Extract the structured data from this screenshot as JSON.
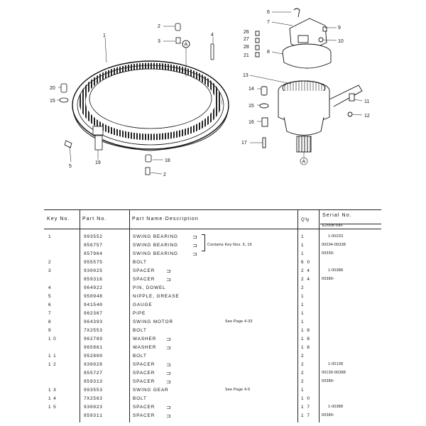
{
  "callouts": {
    "c1": "1",
    "c2a": "2",
    "c3": "3",
    "c4": "4",
    "c5": "5",
    "c6": "6",
    "c7": "7",
    "c8": "8",
    "c9": "9",
    "c10": "10",
    "c11": "11",
    "c12": "12",
    "c13": "13",
    "c14": "14",
    "c15a": "15",
    "c15b": "15",
    "c16": "16",
    "c17": "17",
    "c18": "18",
    "c19": "19",
    "c20": "20",
    "c21": "21",
    "c2b": "2",
    "c26": "26",
    "c27": "27",
    "c28": "28",
    "refA1": "A",
    "refA2": "A"
  },
  "table": {
    "headers": {
      "key_no": "Key No.",
      "part_no": "Part No.",
      "name": "Part Name·Description",
      "qty": "Q'ty",
      "serial": "Serial No.",
      "serial_sub": "E200B-68F"
    },
    "rows": [
      {
        "key": "1",
        "part": "993552",
        "name": "SWING BEARING",
        "desc": "",
        "qty": "1",
        "serial": "1-00233"
      },
      {
        "key": "",
        "part": "856757",
        "name": "SWING BEARING",
        "desc": "Contains Key Nos. 5, 19",
        "qty": "1",
        "serial": "00234-00338"
      },
      {
        "key": "",
        "part": "857964",
        "name": "SWING BEARING",
        "desc": "",
        "qty": "1",
        "serial": "00339-"
      },
      {
        "key": "2",
        "part": "955575",
        "name": "BOLT",
        "desc": "",
        "qty": "6 0",
        "serial": ""
      },
      {
        "key": "3",
        "part": "930025",
        "name": "SPACER",
        "desc": "",
        "qty": "2 4",
        "serial": "1-00388"
      },
      {
        "key": "",
        "part": "859316",
        "name": "SPACER",
        "desc": "",
        "qty": "2 4",
        "serial": "00389-"
      },
      {
        "key": "4",
        "part": "964922",
        "name": "PIN, DOWEL",
        "desc": "",
        "qty": "2",
        "serial": ""
      },
      {
        "key": "5",
        "part": "950948",
        "name": "NIPPLE, GREASE",
        "desc": "",
        "qty": "1",
        "serial": ""
      },
      {
        "key": "6",
        "part": "941540",
        "name": "GAUGE",
        "desc": "",
        "qty": "1",
        "serial": ""
      },
      {
        "key": "7",
        "part": "962367",
        "name": "PIPE",
        "desc": "",
        "qty": "1",
        "serial": ""
      },
      {
        "key": "8",
        "part": "964393",
        "name": "SWING MOTOR",
        "desc": "See Page 4-33",
        "qty": "1",
        "serial": ""
      },
      {
        "key": "9",
        "part": "7X2553",
        "name": "BOLT",
        "desc": "",
        "qty": "1 8",
        "serial": ""
      },
      {
        "key": "1 0",
        "part": "962789",
        "name": "WASHER",
        "desc": "",
        "qty": "1 8",
        "serial": ""
      },
      {
        "key": "",
        "part": "965861",
        "name": "WASHER",
        "desc": "",
        "qty": "1 8",
        "serial": ""
      },
      {
        "key": "1 1",
        "part": "952800",
        "name": "BOLT",
        "desc": "",
        "qty": "2",
        "serial": ""
      },
      {
        "key": "1 2",
        "part": "930028",
        "name": "SPACER",
        "desc": "",
        "qty": "2",
        "serial": "1-00138"
      },
      {
        "key": "",
        "part": "855727",
        "name": "SPACER",
        "desc": "",
        "qty": "2",
        "serial": "00139-00388"
      },
      {
        "key": "",
        "part": "859313",
        "name": "SPACER",
        "desc": "",
        "qty": "2",
        "serial": "00389-"
      },
      {
        "key": "1 3",
        "part": "993553",
        "name": "SWING GEAR",
        "desc": "See Page 4-5",
        "qty": "1",
        "serial": ""
      },
      {
        "key": "1 4",
        "part": "7X2563",
        "name": "BOLT",
        "desc": "",
        "qty": "1 0",
        "serial": ""
      },
      {
        "key": "1 5",
        "part": "930023",
        "name": "SPACER",
        "desc": "",
        "qty": "1 7",
        "serial": "1-00388"
      },
      {
        "key": "",
        "part": "859311",
        "name": "SPACER",
        "desc": "",
        "qty": "1 7",
        "serial": "00389-"
      }
    ]
  }
}
